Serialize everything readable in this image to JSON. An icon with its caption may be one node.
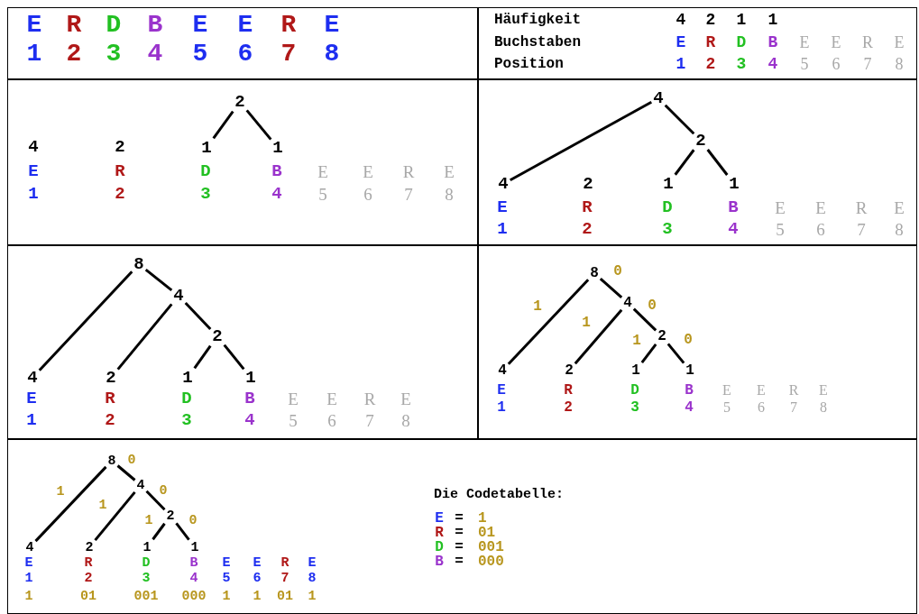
{
  "diagram": {
    "nodes": [
      {
        "text": [],
        "shape": "box"
      },
      {
        "text": [],
        "shape": "box"
      },
      {
        "text": [],
        "shape": "box"
      },
      {
        "text": [],
        "shape": "box"
      },
      {
        "text": [],
        "shape": "box"
      },
      {
        "text": [],
        "shape": "box"
      },
      {
        "text": [],
        "shape": "box"
      },
      {
        "text": [
          "2"
        ],
        "in": 2
      },
      {
        "text": [
          "1"
        ],
        "in": 2
      },
      {
        "text": [
          "1"
        ],
        "in": 2
      },
      {
        "text": [
          "4"
        ],
        "in": 3
      },
      {
        "text": [
          "2"
        ],
        "in": 3
      },
      {
        "text": [
          "4"
        ],
        "in": 3
      },
      {
        "text": [
          "2"
        ],
        "in": 3
      },
      {
        "text": [
          "1"
        ],
        "in": 3
      },
      {
        "text": [
          "1"
        ],
        "in": 3
      },
      {
        "text": [
          "8"
        ],
        "in": 4
      },
      {
        "text": [
          "4"
        ],
        "in": 4
      },
      {
        "text": [
          "2"
        ],
        "in": 4
      },
      {
        "text": [
          "4"
        ],
        "in": 4
      },
      {
        "text": [
          "2"
        ],
        "in": 4
      },
      {
        "text": [
          "1"
        ],
        "in": 4
      },
      {
        "text": [
          "1"
        ],
        "in": 4
      },
      {
        "text": [
          "8"
        ],
        "in": 5
      },
      {
        "text": [
          "4"
        ],
        "in": 5
      },
      {
        "text": [
          "2"
        ],
        "in": 5
      },
      {
        "text": [
          "4"
        ],
        "in": 5
      },
      {
        "text": [
          "2"
        ],
        "in": 5
      },
      {
        "text": [
          "1"
        ],
        "in": 5
      },
      {
        "text": [
          "1"
        ],
        "in": 5
      },
      {
        "text": [
          "8"
        ],
        "in": 6
      },
      {
        "text": [
          "4"
        ],
        "in": 6
      },
      {
        "text": [
          "2"
        ],
        "in": 6
      },
      {
        "text": [
          "4"
        ],
        "in": 6
      },
      {
        "text": [
          "2"
        ],
        "in": 6
      },
      {
        "text": [
          "1"
        ],
        "in": 6
      },
      {
        "text": [
          "1"
        ],
        "in": 6
      }
    ],
    "edges": [
      {
        "from": 7,
        "to": 8,
        "arrow": "none"
      },
      {
        "from": 7,
        "to": 9,
        "arrow": "none"
      },
      {
        "from": 10,
        "to": 12,
        "arrow": "none"
      },
      {
        "from": 10,
        "to": 11,
        "arrow": "none"
      },
      {
        "from": 11,
        "to": 14,
        "arrow": "none"
      },
      {
        "from": 11,
        "to": 15,
        "arrow": "none"
      },
      {
        "from": 16,
        "to": 19,
        "arrow": "none"
      },
      {
        "from": 16,
        "to": 17,
        "arrow": "none"
      },
      {
        "from": 17,
        "to": 20,
        "arrow": "none"
      },
      {
        "from": 17,
        "to": 18,
        "arrow": "none"
      },
      {
        "from": 18,
        "to": 21,
        "arrow": "none"
      },
      {
        "from": 18,
        "to": 22,
        "arrow": "none"
      },
      {
        "from": 23,
        "to": 26,
        "arrow": "none",
        "label": "1"
      },
      {
        "from": 23,
        "to": 24,
        "arrow": "none",
        "label": "0"
      },
      {
        "from": 24,
        "to": 27,
        "arrow": "none",
        "label": "1"
      },
      {
        "from": 24,
        "to": 25,
        "arrow": "none",
        "label": "0"
      },
      {
        "from": 25,
        "to": 28,
        "arrow": "none",
        "label": "1"
      },
      {
        "from": 25,
        "to": 29,
        "arrow": "none",
        "label": "0"
      },
      {
        "from": 30,
        "to": 33,
        "arrow": "none",
        "label": "1"
      },
      {
        "from": 30,
        "to": 31,
        "arrow": "none",
        "label": "0"
      },
      {
        "from": 31,
        "to": 34,
        "arrow": "none",
        "label": "1"
      },
      {
        "from": 31,
        "to": 32,
        "arrow": "none",
        "label": "0"
      },
      {
        "from": 32,
        "to": 35,
        "arrow": "none",
        "label": "1"
      },
      {
        "from": 32,
        "to": 36,
        "arrow": "none",
        "label": "0"
      }
    ],
    "labels": [
      "E",
      "R",
      "D",
      "B",
      "E",
      "E",
      "R",
      "E",
      "1",
      "2",
      "3",
      "4",
      "5",
      "6",
      "7",
      "8",
      "Häufigkeit",
      "4",
      "2",
      "1",
      "1",
      "Buchstaben",
      "E",
      "R",
      "D",
      "B",
      "E",
      "E",
      "R",
      "E",
      "Position",
      "1",
      "2",
      "3",
      "4",
      "5",
      "6",
      "7",
      "8",
      "4",
      "2",
      "E",
      "R",
      "D",
      "B",
      "E",
      "E",
      "R",
      "E",
      "1",
      "2",
      "3",
      "4",
      "5",
      "6",
      "7",
      "8",
      "E",
      "R",
      "D",
      "B",
      "E",
      "E",
      "R",
      "E",
      "1",
      "2",
      "3",
      "4",
      "5",
      "6",
      "7",
      "8",
      "E",
      "R",
      "D",
      "B",
      "E",
      "E",
      "R",
      "E",
      "1",
      "2",
      "3",
      "4",
      "5",
      "6",
      "7",
      "8",
      "E",
      "R",
      "D",
      "B",
      "E",
      "E",
      "R",
      "E",
      "1",
      "2",
      "3",
      "4",
      "5",
      "6",
      "7",
      "8",
      "E",
      "R",
      "D",
      "B",
      "E",
      "E",
      "R",
      "E",
      "1",
      "2",
      "3",
      "4",
      "5",
      "6",
      "7",
      "8",
      "1",
      "01",
      "001",
      "000",
      "1",
      "1",
      "01",
      "1",
      "Die Codetabelle:",
      "E",
      "=",
      "1",
      "R",
      "=",
      "01",
      "D",
      "=",
      "001",
      "B",
      "=",
      "000"
    ]
  }
}
